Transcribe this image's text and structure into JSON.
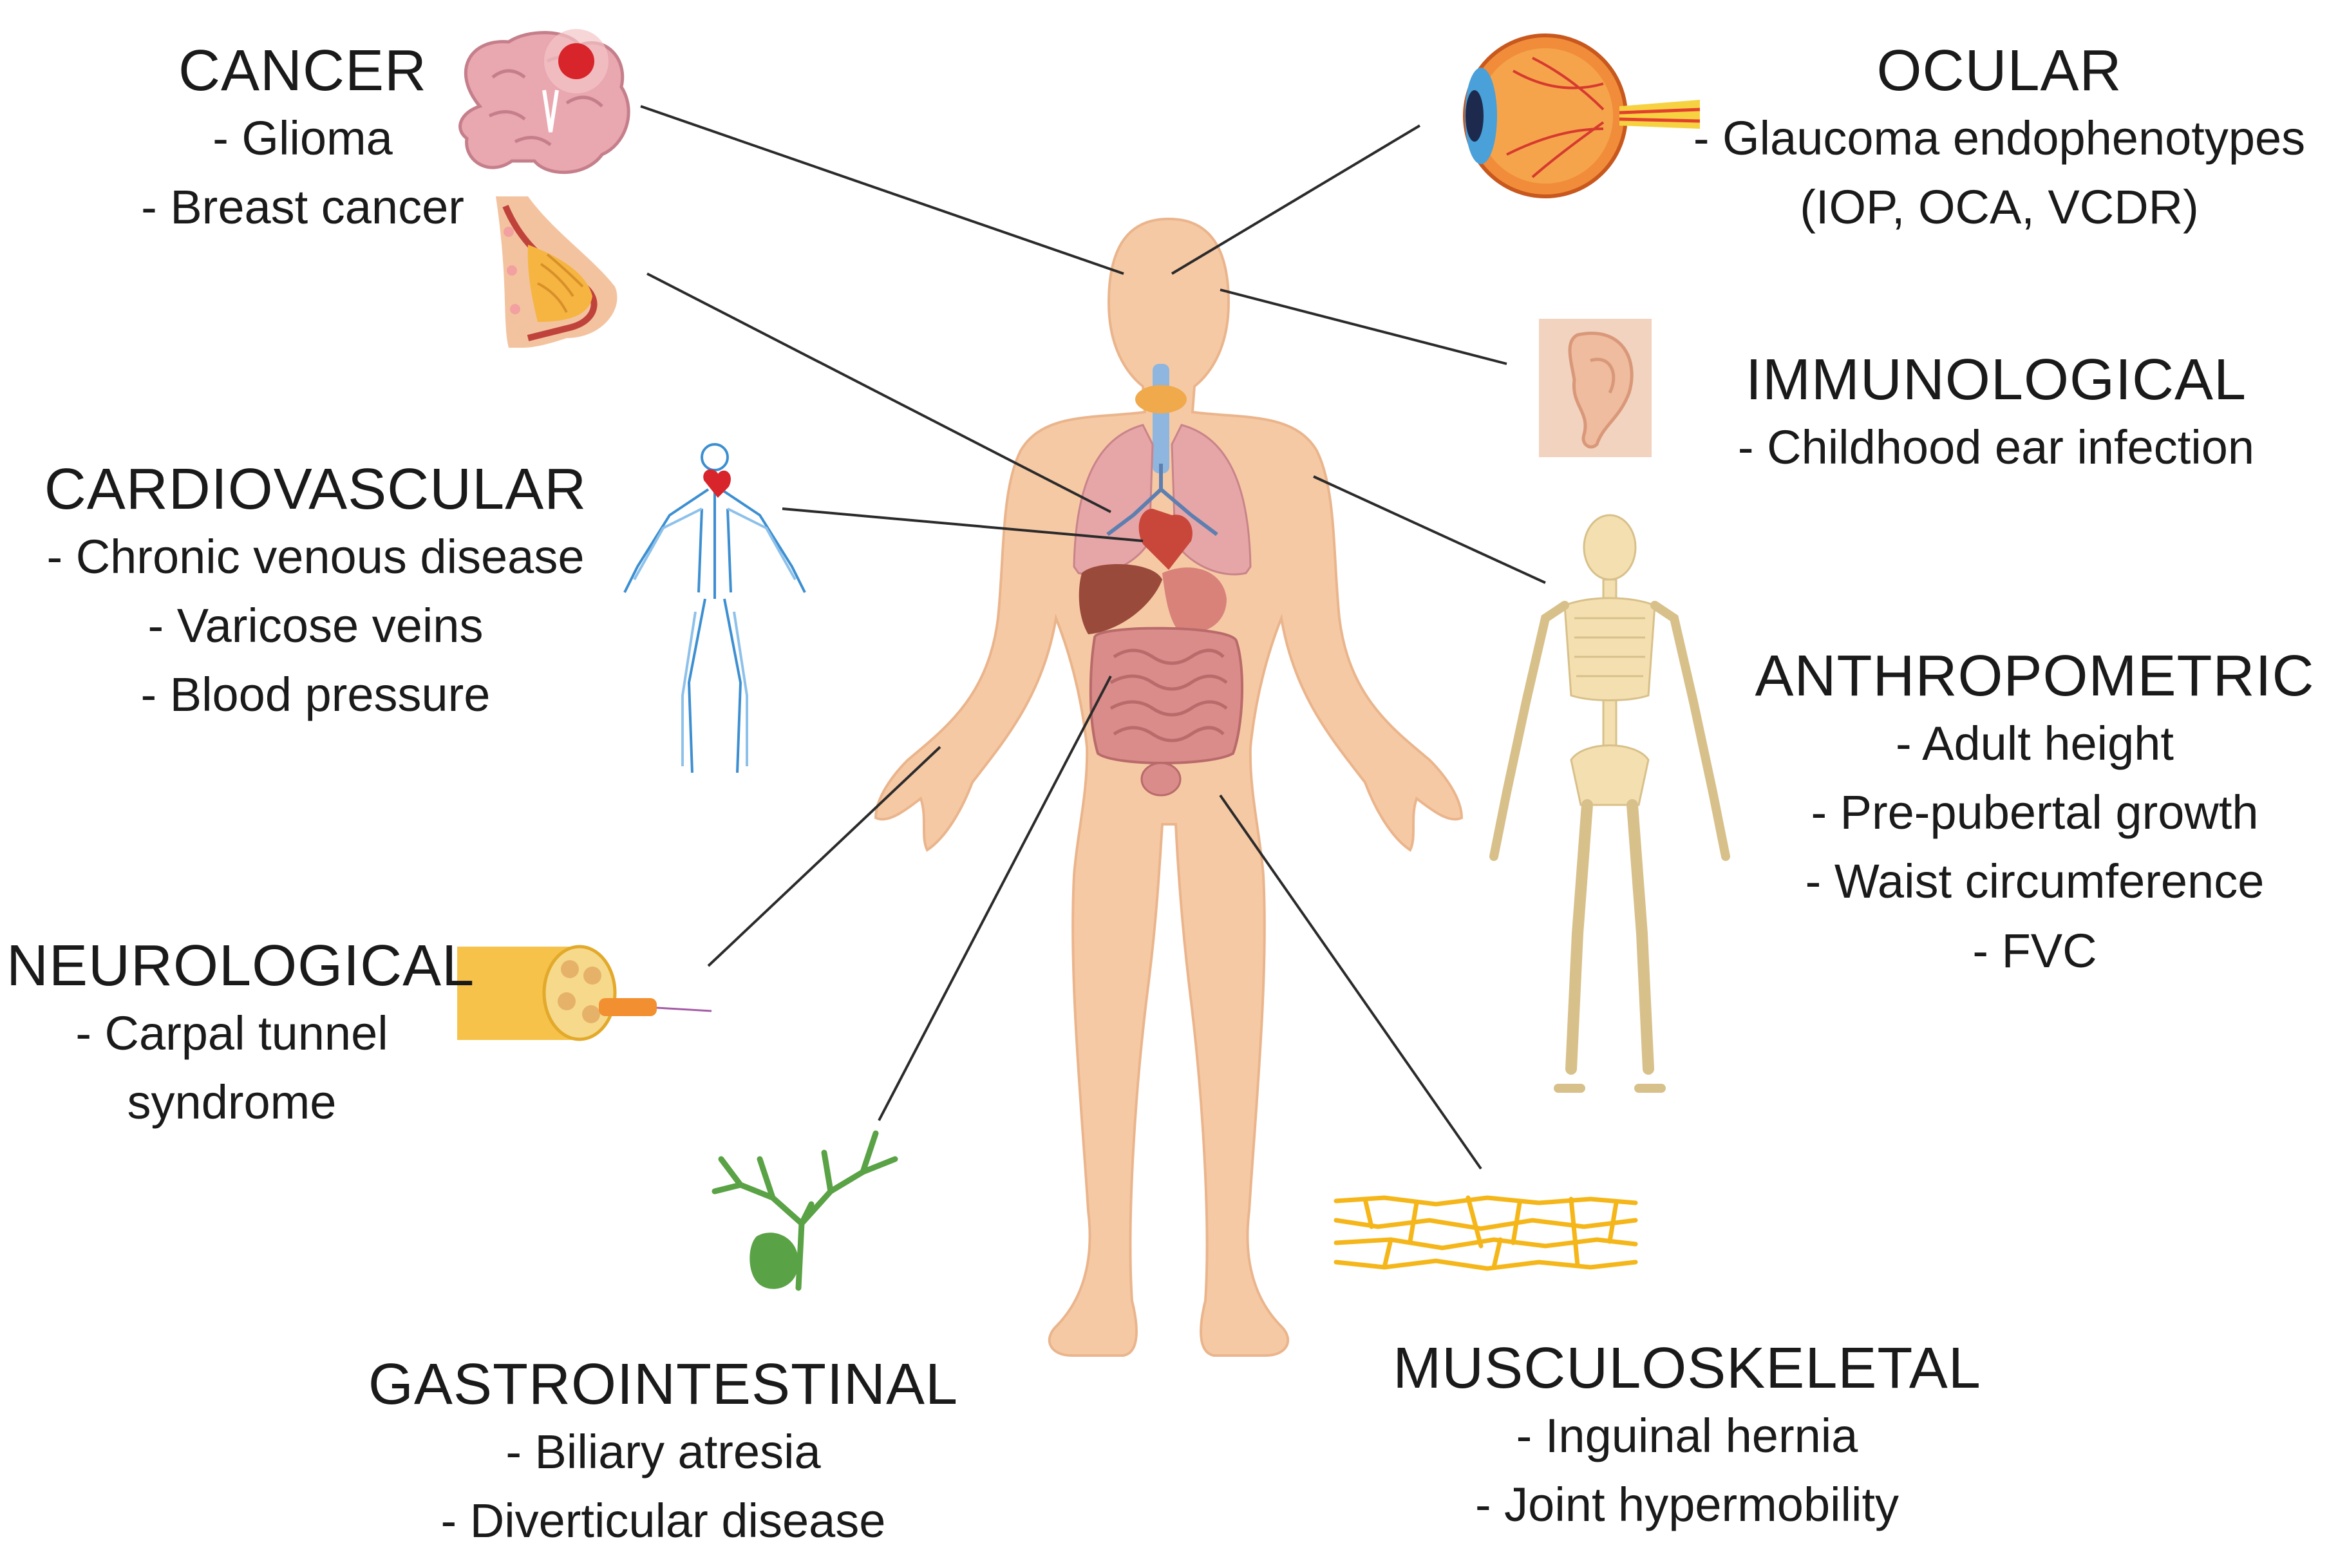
{
  "groups": {
    "cancer": {
      "title": "CANCER",
      "items": [
        "- Glioma",
        "- Breast cancer"
      ]
    },
    "ocular": {
      "title": "OCULAR",
      "items": [
        "- Glaucoma endophenotypes",
        "(IOP, OCA, VCDR)"
      ]
    },
    "immunological": {
      "title": "IMMUNOLOGICAL",
      "items": [
        "- Childhood ear infection"
      ]
    },
    "cardiovascular": {
      "title": "CARDIOVASCULAR",
      "items": [
        "- Chronic venous disease",
        "- Varicose veins",
        "- Blood pressure"
      ]
    },
    "anthropometric": {
      "title": "ANTHROPOMETRIC",
      "items": [
        "- Adult height",
        "- Pre-pubertal growth",
        "- Waist circumference",
        "- FVC"
      ]
    },
    "neurological": {
      "title": "NEUROLOGICAL",
      "items": [
        "- Carpal tunnel",
        "syndrome"
      ]
    },
    "gastrointestinal": {
      "title": "GASTROINTESTINAL",
      "items": [
        "- Biliary atresia",
        "- Diverticular disease"
      ]
    },
    "musculoskeletal": {
      "title": "MUSCULOSKELETAL",
      "items": [
        "- Inguinal hernia",
        "- Joint hypermobility"
      ]
    }
  },
  "icons": [
    "brain-icon",
    "breast-icon",
    "eye-icon",
    "ear-icon",
    "vascular-system-icon",
    "skeleton-icon",
    "nerve-icon",
    "biliary-tree-icon",
    "collagen-fibers-icon",
    "human-body-icon"
  ],
  "colors": {
    "skin": "#f6c9a5",
    "skin_shadow": "#eab58c",
    "brain": "#e9a7b0",
    "tumor": "#d7252b",
    "vessel": "#3d8fd1",
    "bone": "#f3dfb0",
    "nerve": "#f6c24a",
    "bile": "#5aa246",
    "fiber": "#f5b61a",
    "intestine": "#d98c8a",
    "lung": "#e6a6a8",
    "connector": "#2b2b2b"
  }
}
